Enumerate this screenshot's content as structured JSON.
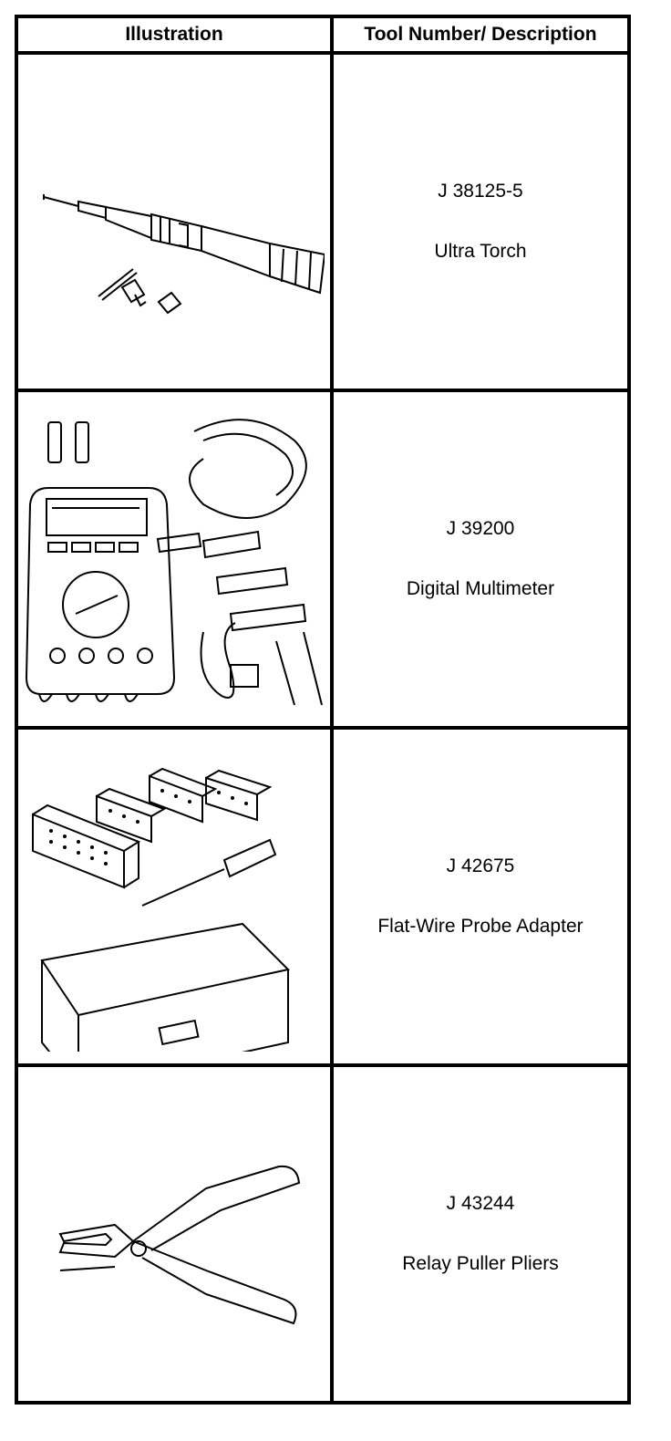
{
  "table": {
    "headers": [
      "Illustration",
      "Tool Number/ Description"
    ],
    "rows": [
      {
        "number": "J 38125-5",
        "description": "Ultra Torch",
        "icon": "soldering-torch-icon"
      },
      {
        "number": "J 39200",
        "description": "Digital Multimeter",
        "icon": "multimeter-icon"
      },
      {
        "number": "J 42675",
        "description": "Flat-Wire Probe Adapter",
        "icon": "probe-adapter-icon"
      },
      {
        "number": "J 43244",
        "description": "Relay Puller Pliers",
        "icon": "pliers-icon"
      }
    ]
  }
}
